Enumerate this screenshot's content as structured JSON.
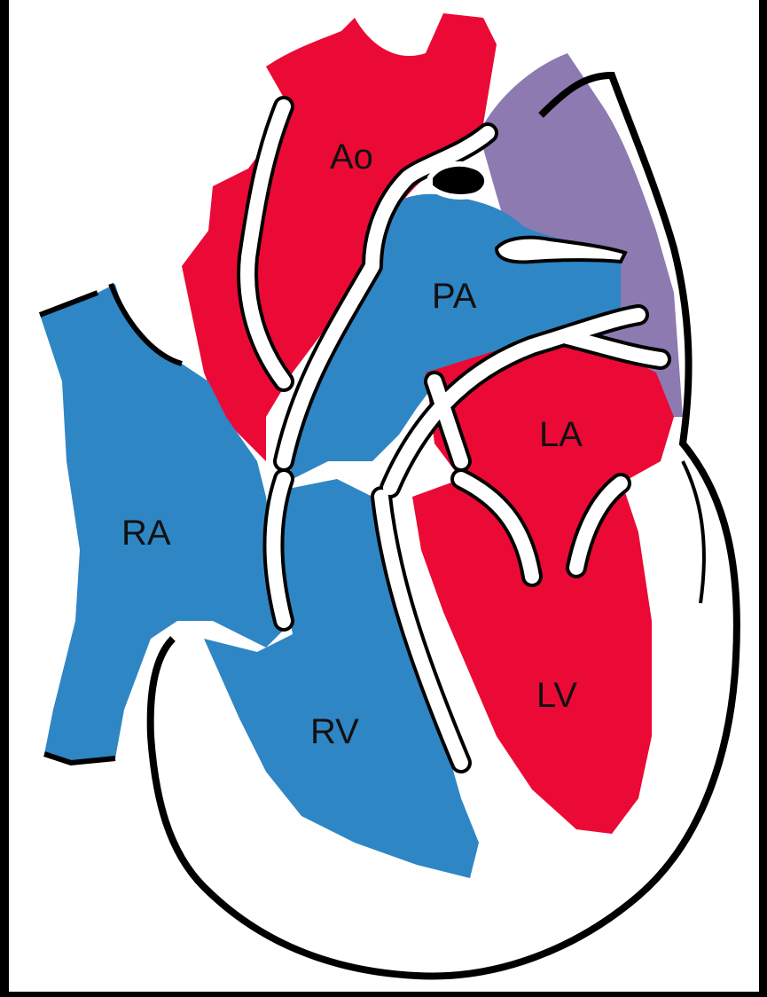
{
  "labels": {
    "ao": "Ao",
    "pa": "PA",
    "la": "LA",
    "lv": "LV",
    "ra": "RA",
    "rv": "RV"
  },
  "colors": {
    "oxygenated": "#ea0a35",
    "deoxygenated": "#2f86c5",
    "mixed": "#8d7ab0",
    "outline": "#000000",
    "background": "#ffffff",
    "frame": "#000000"
  }
}
